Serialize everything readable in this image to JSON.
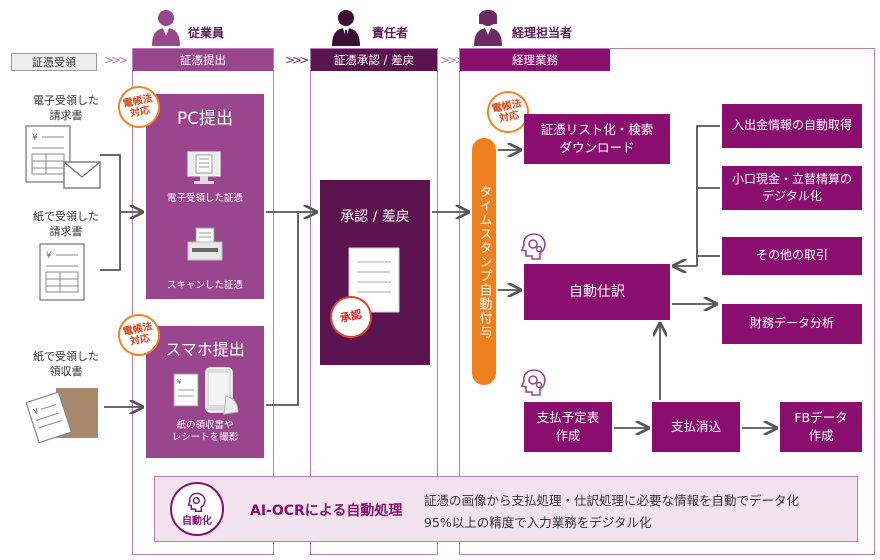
{
  "header": {
    "receipt_label": "証憑受領",
    "roles": {
      "employee": "従業員",
      "manager": "責任者",
      "accounting": "経理担当者"
    },
    "lanes": {
      "submit": "証憑提出",
      "approve": "証憑承認 / 差戻",
      "accounting": "経理業務"
    }
  },
  "sources": {
    "electronic_invoice": "電子受領した\n請求書",
    "paper_invoice": "紙で受領した\n請求書",
    "paper_receipt": "紙で受領した\n領収書"
  },
  "badges": {
    "compliance": "電帳法\n対応",
    "approved_stamp": "承認"
  },
  "pc_submit": {
    "title": "PC提出",
    "electronic": "電子受領した証憑",
    "scanned": "スキャンした証憑"
  },
  "phone_submit": {
    "title": "スマホ提出",
    "caption": "紙の領収書や\nレシートを撮影"
  },
  "approval": {
    "title": "承認 / 差戻"
  },
  "timestamp": {
    "label": "タイムスタンプ自動付与"
  },
  "accounting": {
    "list_search": "証憑リスト化・検索\nダウンロード",
    "auto_journal": "自動仕訳",
    "deposit_info": "入出金情報の自動取得",
    "petty_cash": "小口現金・立替精算の\nデジタル化",
    "other_tx": "その他の取引",
    "financial_analysis": "財務データ分析",
    "payment_schedule": "支払予定表\n作成",
    "payment_clear": "支払消込",
    "fb_data": "FBデータ\n作成"
  },
  "footer": {
    "auto_label": "自動化",
    "ocr_title": "AI-OCRによる自動処理",
    "desc_line1": "証憑の画像から支払処理・仕訳処理に必要な情報を自動でデータ化",
    "desc_line2": "95%以上の精度で入力業務をデジタル化"
  },
  "colors": {
    "purple": "#99468f",
    "dark_purple": "#5b1450",
    "magenta": "#8a0e6f",
    "orange": "#f07f1f",
    "lane_border": "#b77fb3"
  }
}
